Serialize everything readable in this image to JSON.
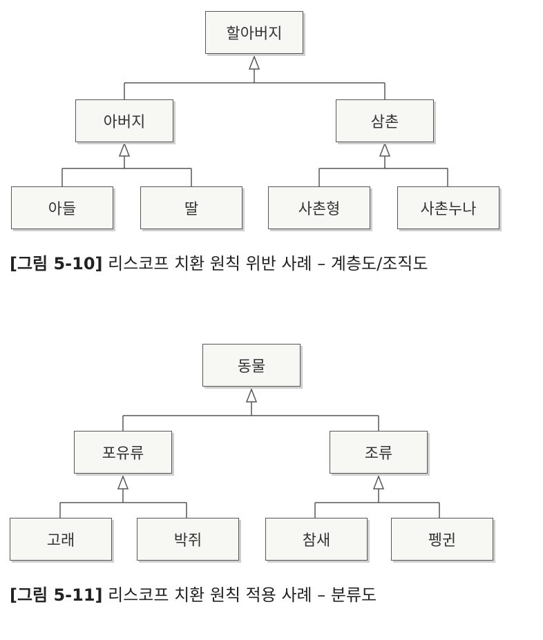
{
  "figure1": {
    "nodes": {
      "root": "할아버지",
      "left": "아버지",
      "right": "삼촌",
      "ll": "아들",
      "lr": "딸",
      "rl": "사촌형",
      "rr": "사촌누나"
    },
    "caption_tag": "[그림 5-10]",
    "caption_text": " 리스코프 치환 원칙 위반 사례  –  계층도/조직도"
  },
  "figure2": {
    "nodes": {
      "root": "동물",
      "left": "포유류",
      "right": "조류",
      "ll": "고래",
      "lr": "박쥐",
      "rl": "참새",
      "rr": "펭귄"
    },
    "caption_tag": "[그림 5-11]",
    "caption_text": " 리스코프 치환 원칙 적용 사례 – 분류도"
  }
}
